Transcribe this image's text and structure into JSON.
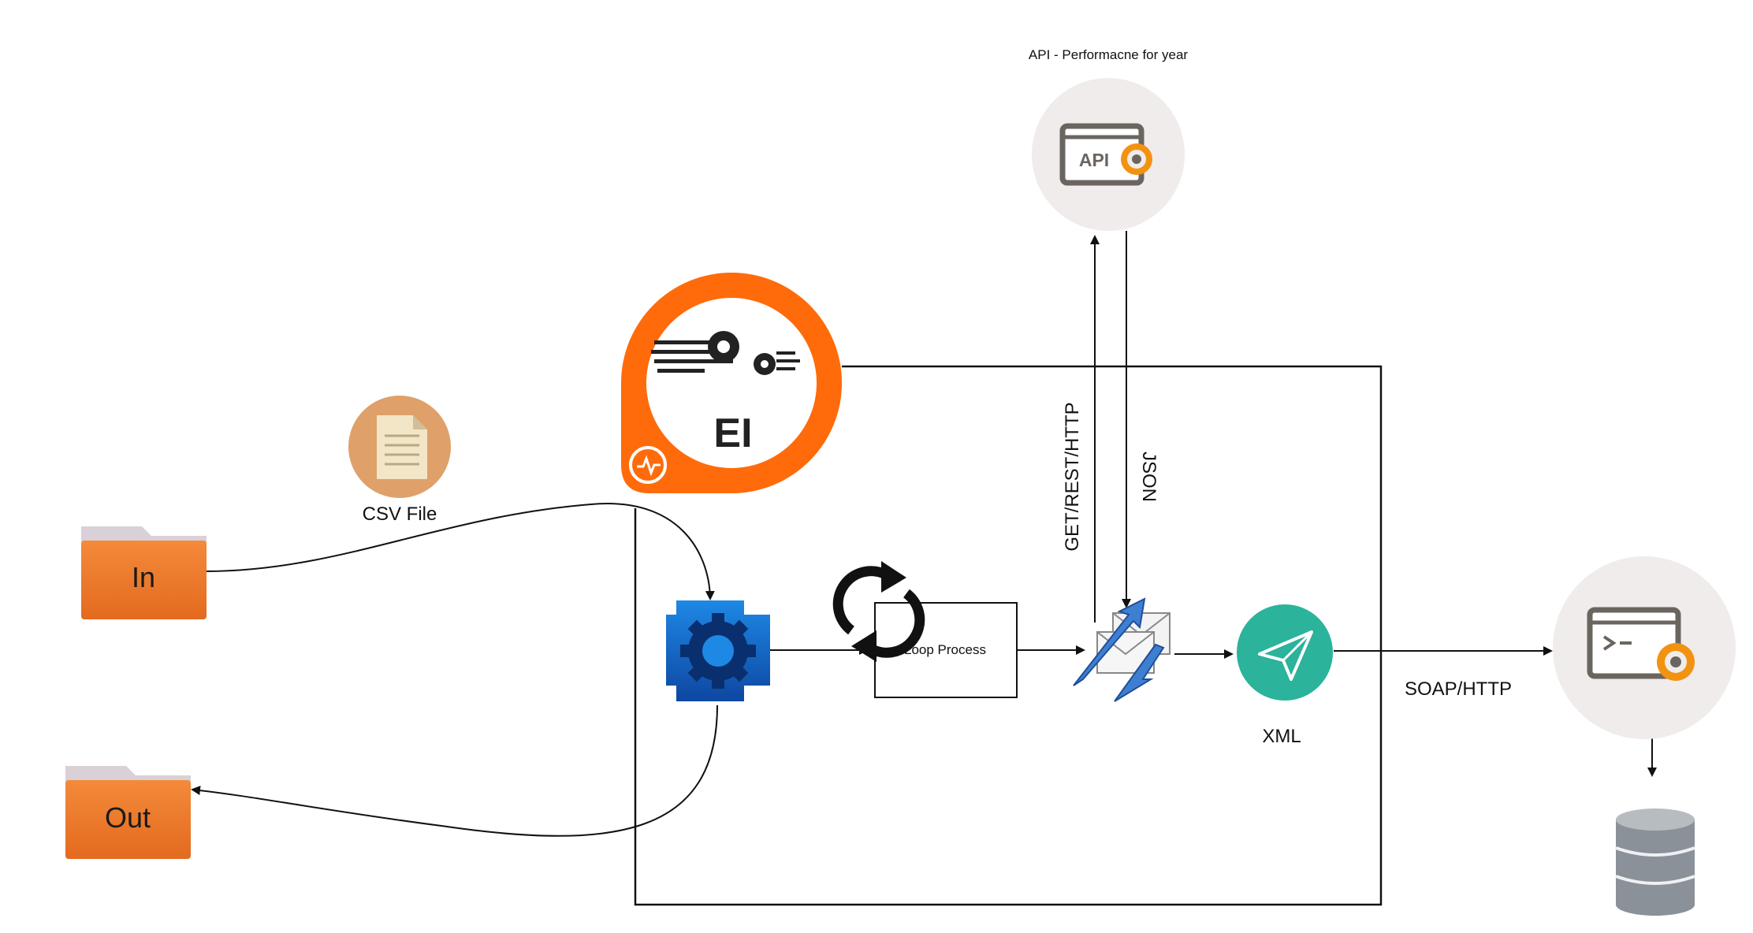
{
  "diagram": {
    "labels": {
      "api_title": "API - Performacne for year",
      "api_badge": "API",
      "csv_file": "CSV File",
      "folder_in": "In",
      "folder_out": "Out",
      "ei_badge": "EI",
      "loop_process": "Loop Process",
      "get_rest_http": "GET/REST/HTTP",
      "json": "JSON",
      "xml": "XML",
      "soap_http": "SOAP/HTTP"
    },
    "colors": {
      "ei_orange": "#ff6b0a",
      "folder_orange": "#f07a2a",
      "folder_tab": "#d9d0d8",
      "csv_circle": "#dfa06a",
      "csv_doc": "#f2e6c7",
      "api_circle": "#efeceb",
      "gear_orange": "#f39211",
      "gear_blue": "#1565c0",
      "xml_teal": "#2bb39b",
      "db_gray": "#8a9198",
      "line": "#111111"
    },
    "icons": [
      "api-icon",
      "csv-file-icon",
      "folder-in-icon",
      "folder-out-icon",
      "ei-logo-icon",
      "gear-processor-icon",
      "loop-refresh-icon",
      "message-exchange-icon",
      "xml-send-icon",
      "server-console-icon",
      "database-icon"
    ]
  }
}
